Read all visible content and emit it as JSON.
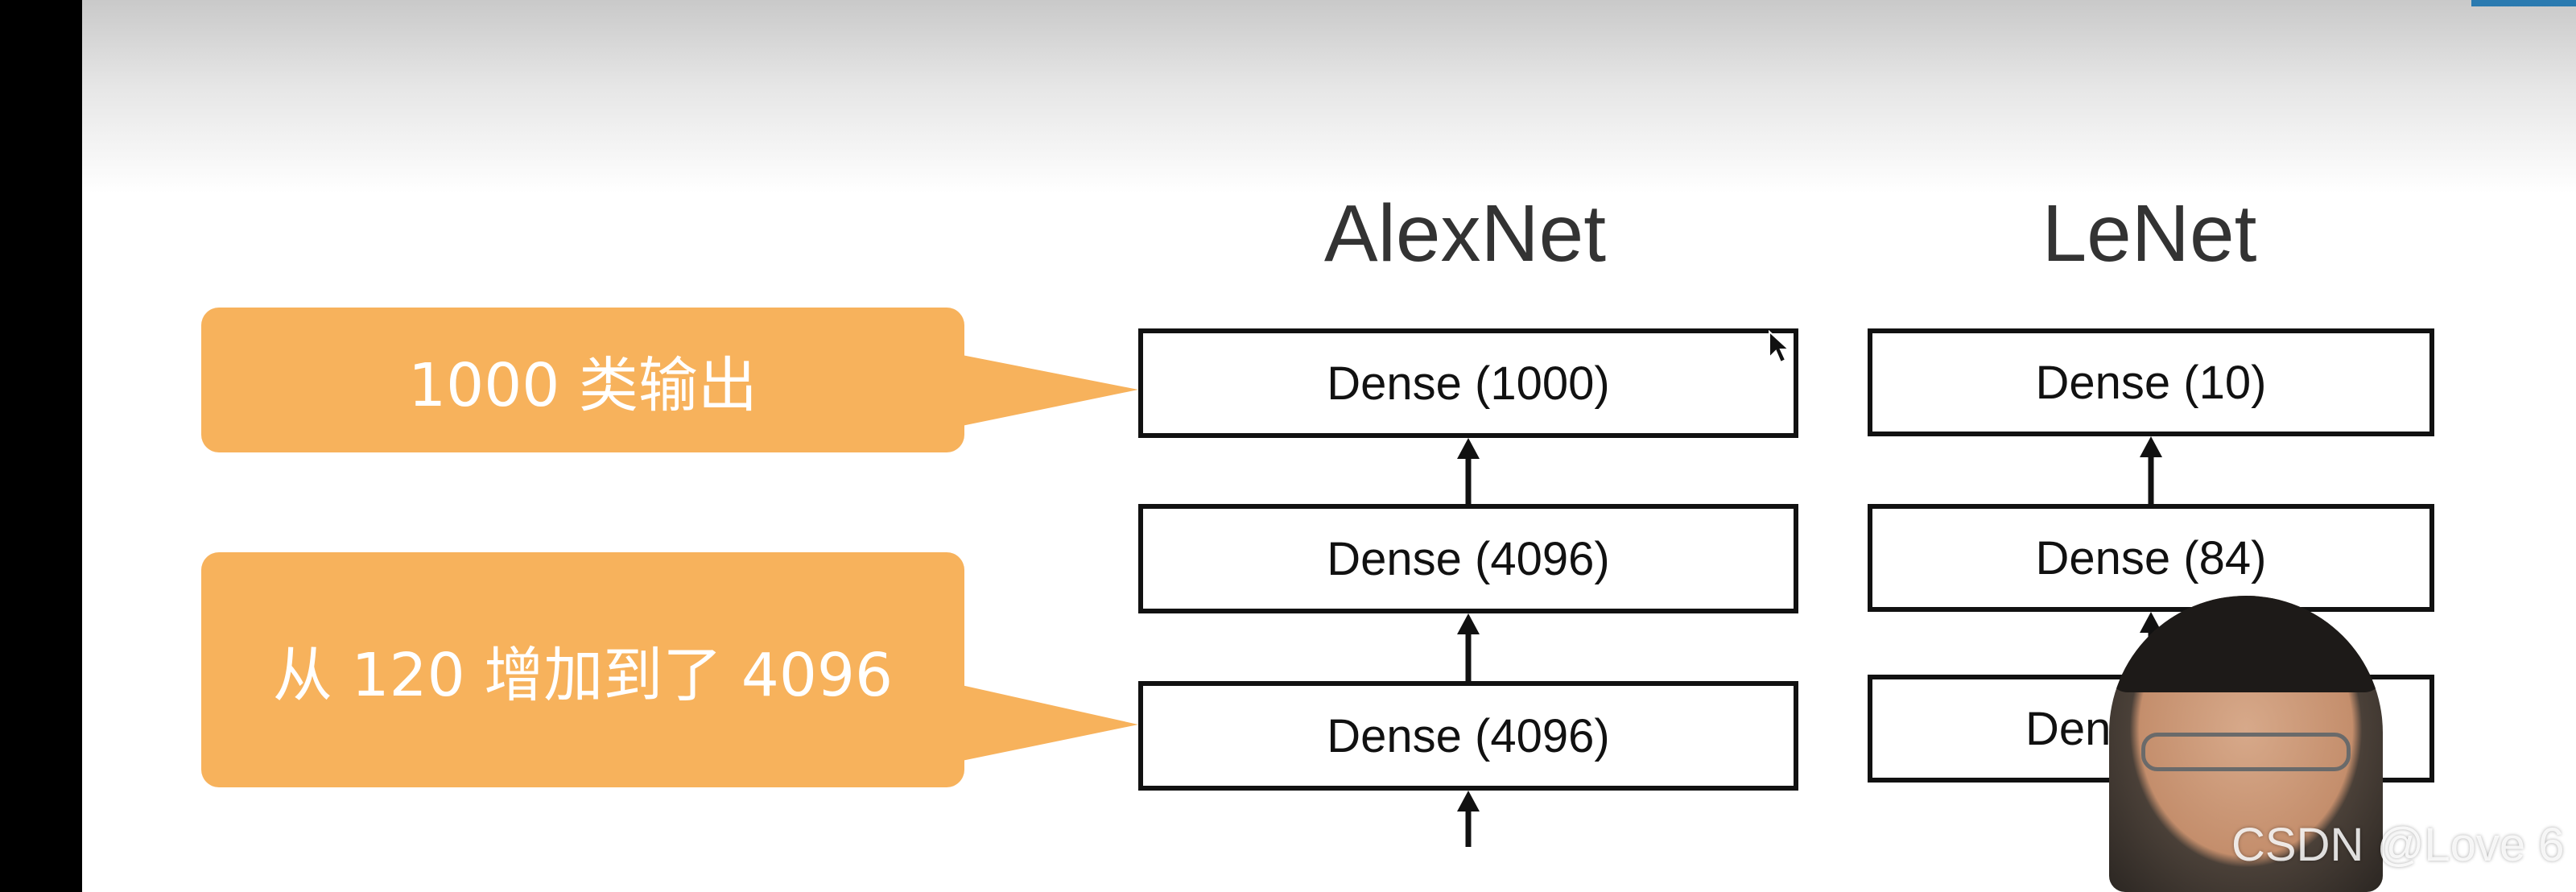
{
  "titles": {
    "alexnet": "AlexNet",
    "lenet": "LeNet"
  },
  "alexnet_layers": [
    "Dense (1000)",
    "Dense (4096)",
    "Dense (4096)"
  ],
  "lenet_layers": [
    "Dense (10)",
    "Dense (84)",
    "Dens"
  ],
  "callouts": {
    "output": "1000 类输出",
    "increase": "从 120 增加到了 4096"
  },
  "watermark": "CSDN @Love 6",
  "colors": {
    "callout": "#f7b25c",
    "box_border": "#111111",
    "accent": "#2a7ab0"
  }
}
